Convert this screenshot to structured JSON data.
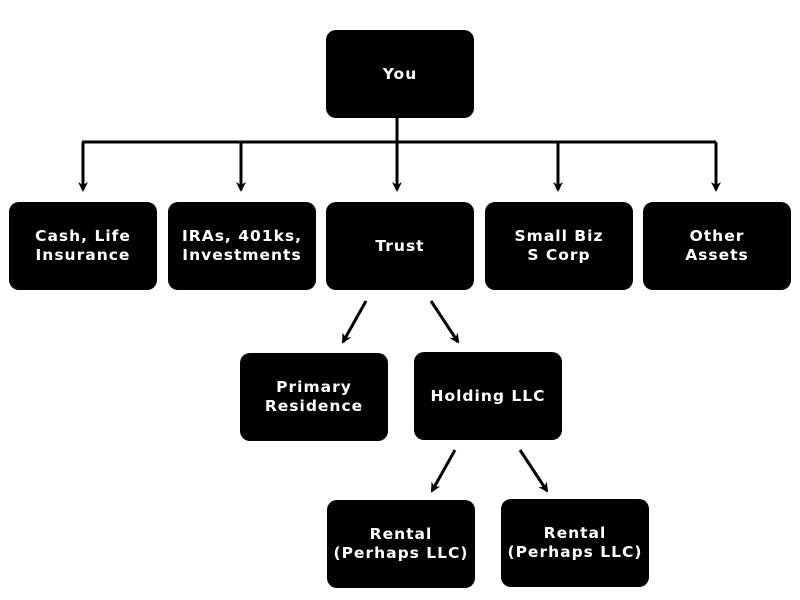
{
  "colors": {
    "node_fill": "#000000",
    "node_text": "#ffffff",
    "background": "#ffffff",
    "line": "#000000"
  },
  "nodes": {
    "you": "You",
    "cash_life_insurance": "Cash, Life\nInsurance",
    "iras_401ks": "IRAs, 401ks,\nInvestments",
    "trust": "Trust",
    "small_biz": "Small Biz\nS Corp",
    "other_assets": "Other\nAssets",
    "primary_residence": "Primary\nResidence",
    "holding_llc": "Holding LLC",
    "rental_1": "Rental\n(Perhaps LLC)",
    "rental_2": "Rental\n(Perhaps LLC)"
  },
  "edges": [
    [
      "you",
      "cash_life_insurance"
    ],
    [
      "you",
      "iras_401ks"
    ],
    [
      "you",
      "trust"
    ],
    [
      "you",
      "small_biz"
    ],
    [
      "you",
      "other_assets"
    ],
    [
      "trust",
      "primary_residence"
    ],
    [
      "trust",
      "holding_llc"
    ],
    [
      "holding_llc",
      "rental_1"
    ],
    [
      "holding_llc",
      "rental_2"
    ]
  ]
}
